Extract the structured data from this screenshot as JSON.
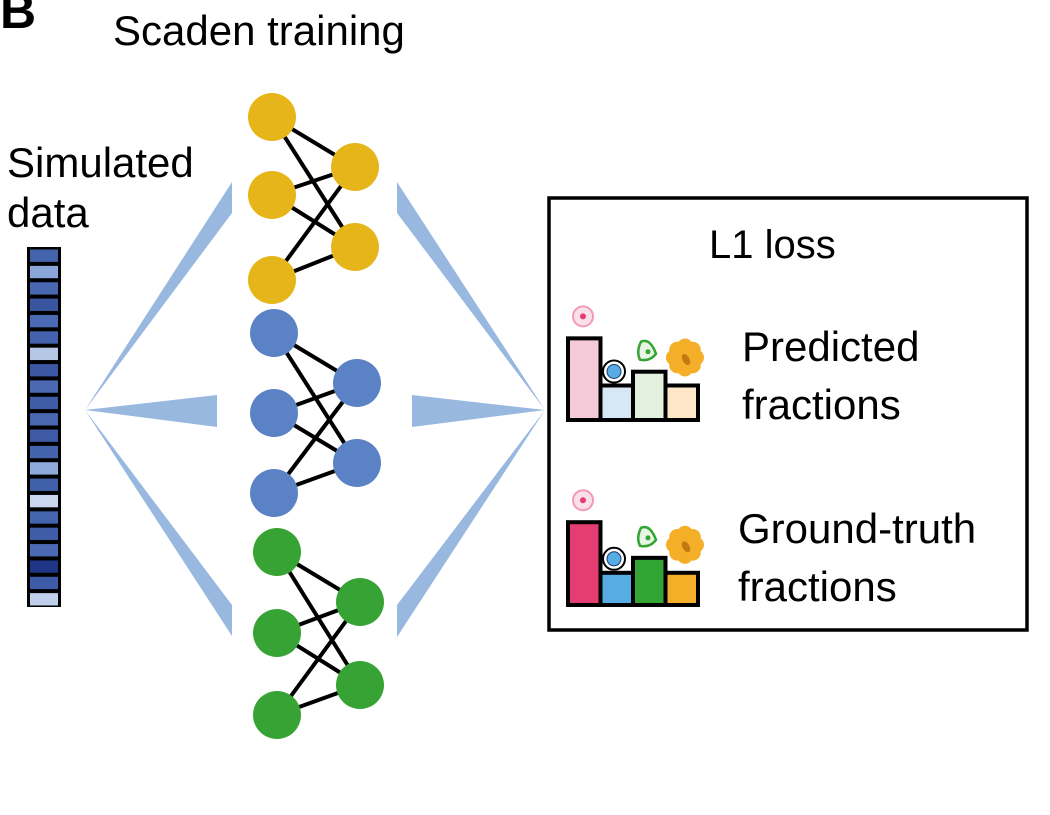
{
  "panel": {
    "letter": "B",
    "title": "Scaden training"
  },
  "input": {
    "label_line1": "Simulated",
    "label_line2": "data",
    "vector_cells": [
      "#4463ad",
      "#8aa5d8",
      "#4867b0",
      "#3a55a0",
      "#4a6ab4",
      "#4462ad",
      "#b6c7e6",
      "#3b56a2",
      "#4a69b1",
      "#3f5ca7",
      "#4966b0",
      "#3e5aa6",
      "#4463ad",
      "#8eaadb",
      "#4060a9",
      "#c9d6ee",
      "#4464ad",
      "#3f5ca8",
      "#4a6ab3",
      "#1f3585",
      "#3e5ba7",
      "#c0d0ec"
    ]
  },
  "networks": [
    {
      "name": "yellow",
      "color": "#e6b519"
    },
    {
      "name": "blue",
      "color": "#5b82c4"
    },
    {
      "name": "green",
      "color": "#37a334"
    }
  ],
  "fan_color": "#98b8e0",
  "loss_box": {
    "title": "L1 loss",
    "predicted": {
      "line1": "Predicted",
      "line2": "fractions",
      "fractions": [
        0.71,
        0.3,
        0.42,
        0.3
      ],
      "colors": [
        "#f4c9d8",
        "#d6e7f5",
        "#e3f0de",
        "#fde7c6"
      ]
    },
    "ground_truth": {
      "line1": "Ground-truth",
      "line2": "fractions",
      "fractions": [
        0.72,
        0.28,
        0.41,
        0.28
      ],
      "colors": [
        "#e33d72",
        "#57ade3",
        "#33a535",
        "#f5ae28"
      ]
    },
    "cell_icon_colors": [
      "#f29ab8",
      "#57ade3",
      "#33a535",
      "#f5ae28"
    ]
  }
}
